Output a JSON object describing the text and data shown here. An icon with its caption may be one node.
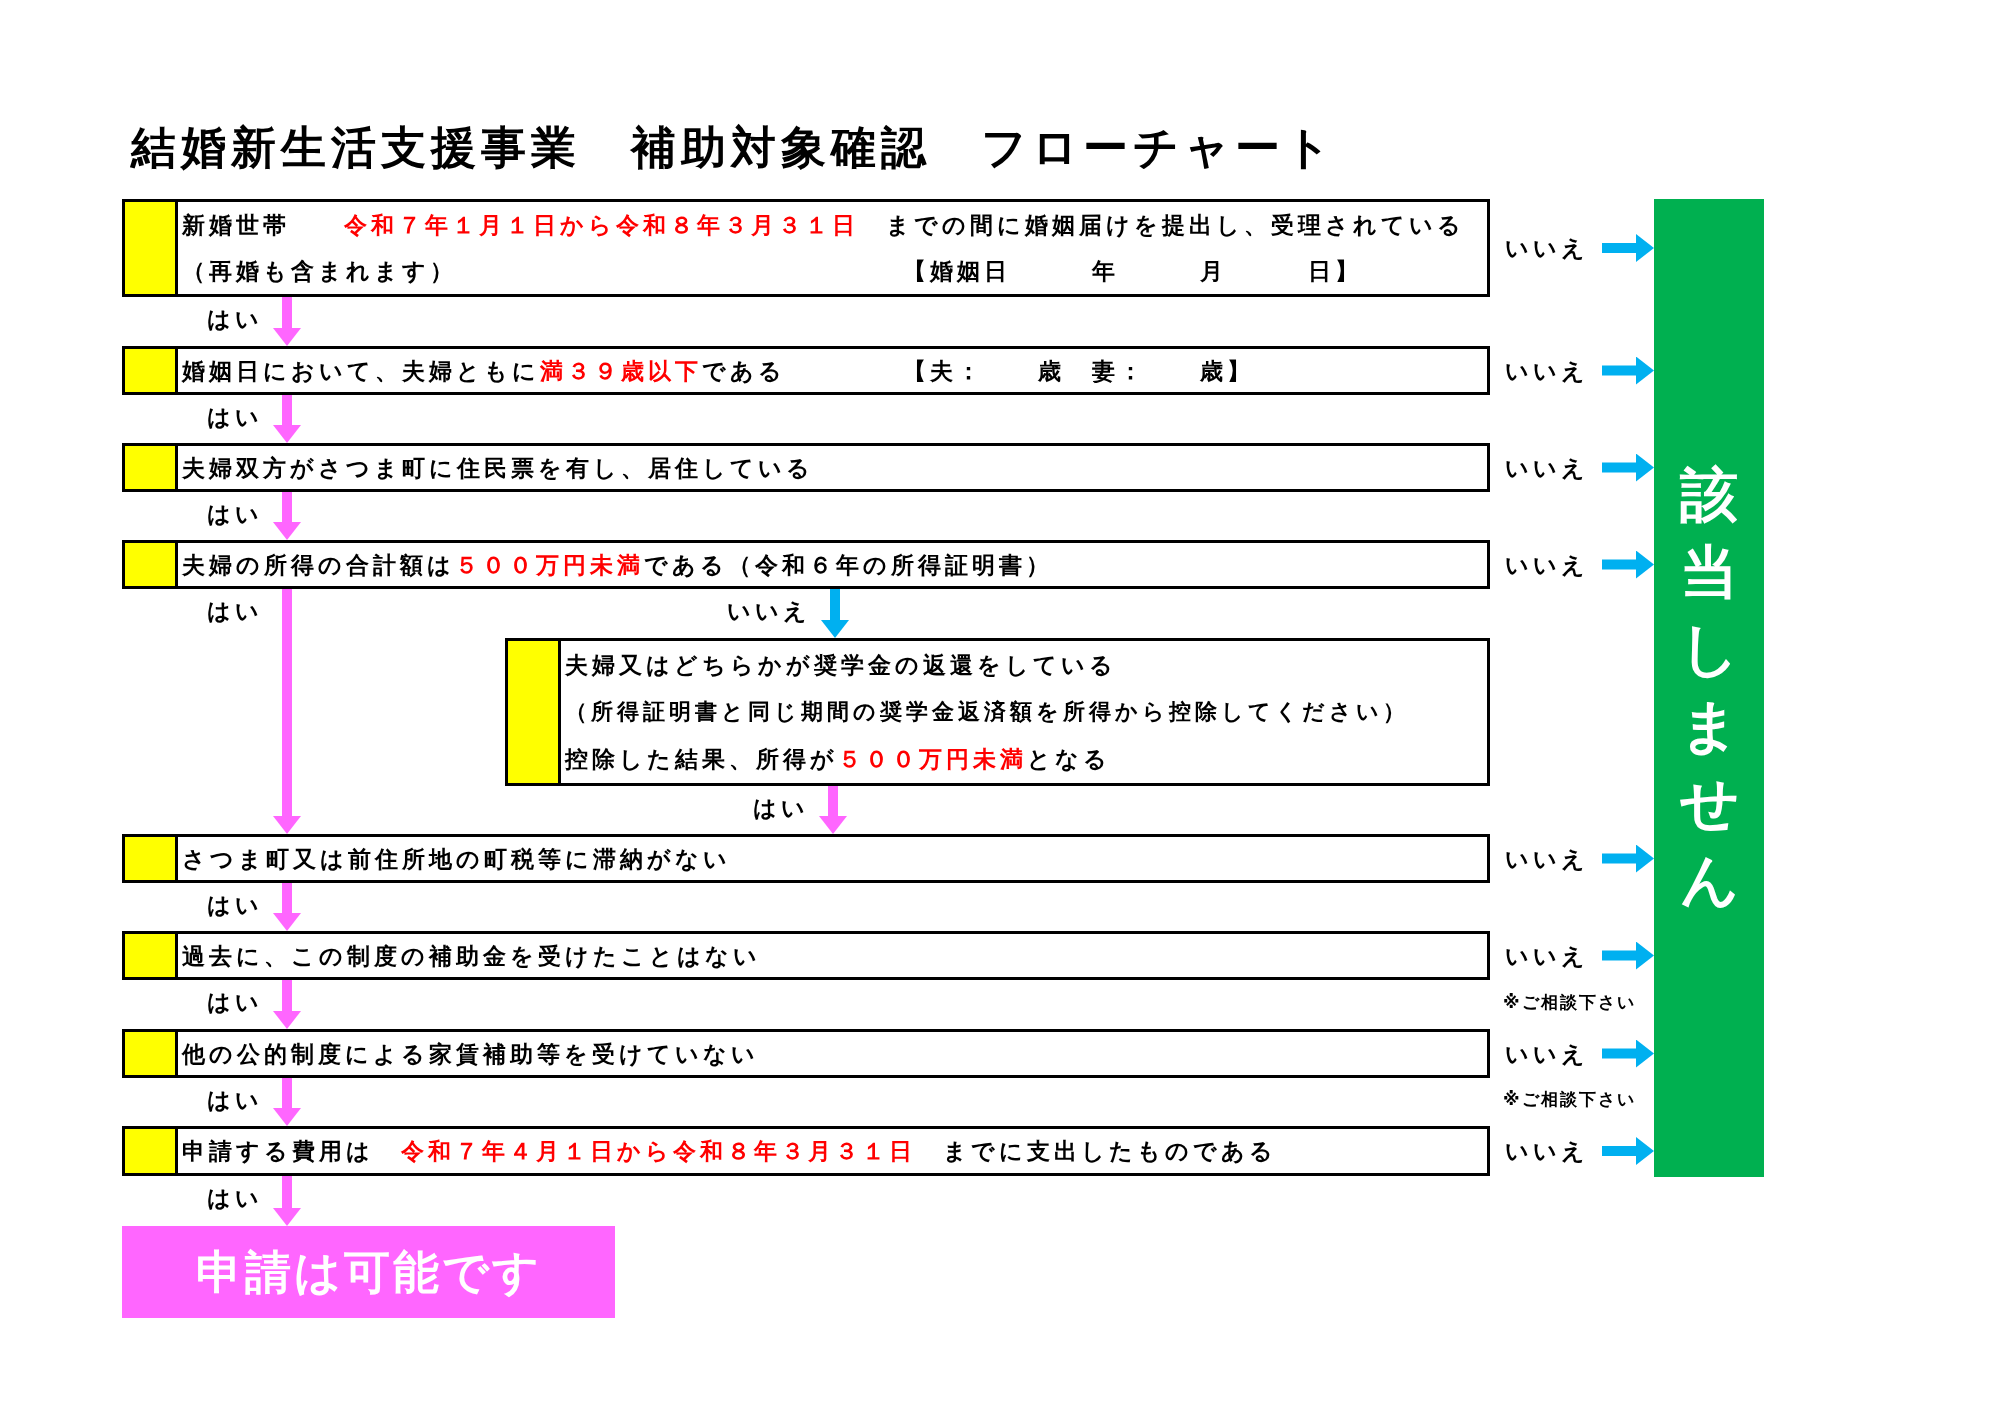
{
  "diagram": {
    "title": "結婚新生活支援事業　補助対象確認　フローチャート",
    "nodes": [
      {
        "text": [
          "新婚世帯　　**令和７年１月１日から令和８年３月３１日**　までの間に婚姻届けを提出し、受理されている",
          "（再婚も含まれます）",
          "【婚姻日　　　年　　　月　　　日】"
        ]
      },
      {
        "text": [
          "婚姻日において、夫婦ともに**満３９歳以下**である",
          "【夫：　　歳　妻：　　歳】"
        ]
      },
      {
        "text": [
          "夫婦双方がさつま町に住民票を有し、居住している"
        ]
      },
      {
        "text": [
          "夫婦の所得の合計額は**５００万円未満**である（令和６年の所得証明書）"
        ]
      },
      {
        "text": [
          "夫婦又はどちらかが奨学金の返還をしている",
          "（所得証明書と同じ期間の奨学金返済額を所得から控除してください）",
          "控除した結果、所得が**５００万円未満**となる"
        ]
      },
      {
        "text": [
          "さつま町又は前住所地の町税等に滞納がない"
        ]
      },
      {
        "text": [
          "過去に、この制度の補助金を受けたことはない"
        ]
      },
      {
        "text": [
          "他の公的制度による家賃補助等を受けていない"
        ]
      },
      {
        "text": [
          "申請する費用は　**令和７年４月１日から令和８年３月３１日**　までに支出したものである"
        ]
      },
      {
        "text": [
          "申請は可能です"
        ]
      },
      {
        "text": [
          "該当しません"
        ]
      }
    ],
    "edges": [
      {
        "from": 0,
        "to": 1,
        "arrow": "to",
        "label": "はい"
      },
      {
        "from": 0,
        "to": 10,
        "arrow": "to",
        "label": "いいえ",
        "color": "#00b0f0"
      },
      {
        "from": 1,
        "to": 2,
        "arrow": "to",
        "label": "はい"
      },
      {
        "from": 1,
        "to": 10,
        "arrow": "to",
        "label": "いいえ",
        "color": "#00b0f0"
      },
      {
        "from": 2,
        "to": 3,
        "arrow": "to",
        "label": "はい"
      },
      {
        "from": 2,
        "to": 10,
        "arrow": "to",
        "label": "いいえ",
        "color": "#00b0f0"
      },
      {
        "from": 3,
        "to": 5,
        "arrow": "to",
        "label": "はい"
      },
      {
        "from": 3,
        "to": 4,
        "arrow": "to",
        "label": "いいえ",
        "color": "#00b0f0"
      },
      {
        "from": 3,
        "to": 10,
        "arrow": "to",
        "label": "いいえ",
        "color": "#00b0f0"
      },
      {
        "from": 4,
        "to": 5,
        "arrow": "to",
        "label": "はい"
      },
      {
        "from": 5,
        "to": 6,
        "arrow": "to",
        "label": "はい"
      },
      {
        "from": 5,
        "to": 10,
        "arrow": "to",
        "label": "いいえ",
        "color": "#00b0f0"
      },
      {
        "from": 6,
        "to": 7,
        "arrow": "to",
        "label": "はい"
      },
      {
        "from": 6,
        "to": 10,
        "arrow": "to",
        "label": "いいえ",
        "color": "#00b0f0"
      },
      {
        "from": 7,
        "to": 8,
        "arrow": "to",
        "label": "はい"
      },
      {
        "from": 7,
        "to": 10,
        "arrow": "to",
        "label": "いいえ",
        "color": "#00b0f0"
      },
      {
        "from": 8,
        "to": 9,
        "arrow": "to",
        "label": "はい"
      },
      {
        "from": 8,
        "to": 10,
        "arrow": "to",
        "label": "いいえ",
        "color": "#00b0f0"
      }
    ],
    "labels": [
      "※ご相談下さい",
      "※ご相談下さい"
    ]
  }
}
